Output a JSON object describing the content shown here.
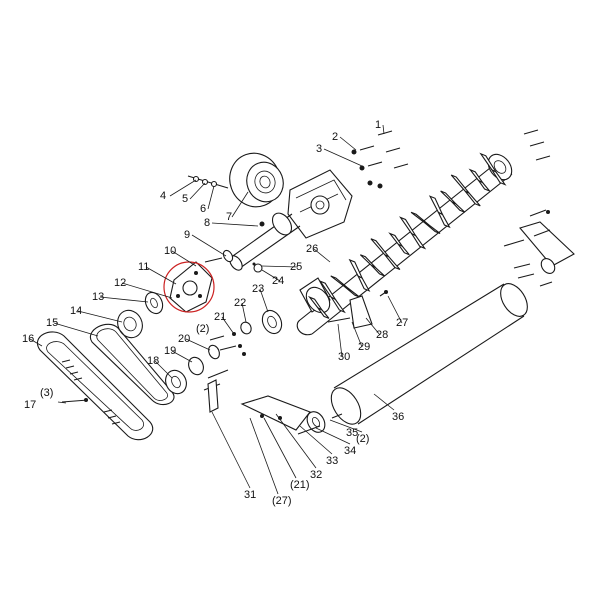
{
  "colors": {
    "line": "#1a1a1a",
    "highlight": "#cc2222",
    "background": "#ffffff"
  },
  "callouts": [
    "1",
    "2",
    "3",
    "4",
    "5",
    "6",
    "7",
    "8",
    "9",
    "10",
    "11",
    "12",
    "13",
    "14",
    "15",
    "16",
    "(3)",
    "17",
    "18",
    "19",
    "20",
    "(2)",
    "21",
    "22",
    "23",
    "24",
    "25",
    "26",
    "27",
    "28",
    "29",
    "30",
    "31",
    "(21)",
    "(27)",
    "32",
    "33",
    "34",
    "(2)",
    "35",
    "36"
  ]
}
